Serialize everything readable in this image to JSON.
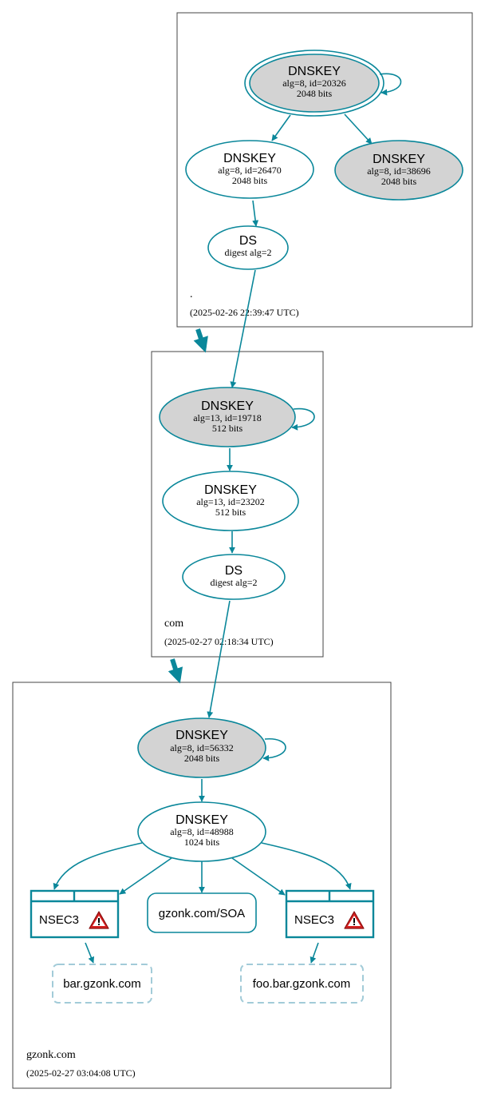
{
  "colors": {
    "edge": "#0a879a",
    "node_fill_ksk": "#d3d3d3",
    "node_fill_plain": "#ffffff",
    "zone_border": "#444444",
    "nonexistent_border": "#a2cbd8",
    "warning_red": "#d62020"
  },
  "zones": {
    "root": {
      "name": ".",
      "timestamp": "(2025-02-26 22:39:47 UTC)"
    },
    "com": {
      "name": "com",
      "timestamp": "(2025-02-27 02:18:34 UTC)"
    },
    "gzonk": {
      "name": "gzonk.com",
      "timestamp": "(2025-02-27 03:04:08 UTC)"
    }
  },
  "nodes": {
    "root_ksk": {
      "type": "DNSKEY",
      "line1": "alg=8, id=20326",
      "line2": "2048 bits"
    },
    "root_zsk": {
      "type": "DNSKEY",
      "line1": "alg=8, id=26470",
      "line2": "2048 bits"
    },
    "root_k2": {
      "type": "DNSKEY",
      "line1": "alg=8, id=38696",
      "line2": "2048 bits"
    },
    "root_ds": {
      "type": "DS",
      "line1": "digest alg=2"
    },
    "com_ksk": {
      "type": "DNSKEY",
      "line1": "alg=13, id=19718",
      "line2": "512 bits"
    },
    "com_zsk": {
      "type": "DNSKEY",
      "line1": "alg=13, id=23202",
      "line2": "512 bits"
    },
    "com_ds": {
      "type": "DS",
      "line1": "digest alg=2"
    },
    "gz_ksk": {
      "type": "DNSKEY",
      "line1": "alg=8, id=56332",
      "line2": "2048 bits"
    },
    "gz_zsk": {
      "type": "DNSKEY",
      "line1": "alg=8, id=48988",
      "line2": "1024 bits"
    },
    "nsec3_left": {
      "label": "NSEC3",
      "icon": "warning-icon"
    },
    "soa": {
      "label": "gzonk.com/SOA"
    },
    "nsec3_right": {
      "label": "NSEC3",
      "icon": "warning-icon"
    },
    "bar": {
      "label": "bar.gzonk.com"
    },
    "foobar": {
      "label": "foo.bar.gzonk.com"
    }
  }
}
